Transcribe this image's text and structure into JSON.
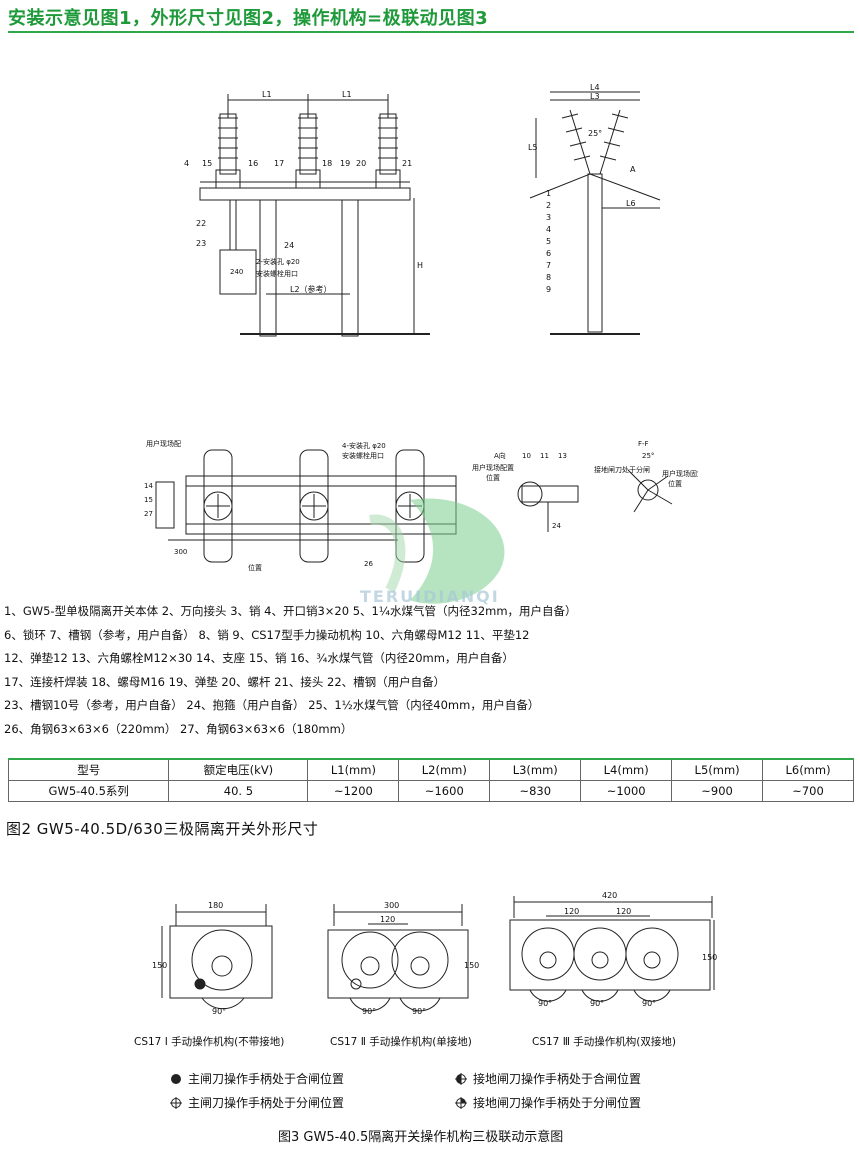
{
  "header": {
    "title": "安装示意见图1，外形尺寸见图2，操作机构=极联动见图3"
  },
  "figure1": {
    "front_labels": {
      "L1_left": "L1",
      "L1_right": "L1",
      "n4": "4",
      "n15": "15",
      "n16": "16",
      "n17": "17",
      "n18": "18",
      "n19": "19",
      "n20": "20",
      "n21": "21",
      "n22": "22",
      "n23": "23",
      "n24": "24",
      "hole_note": "2-安装孔 φ20",
      "mount_note": "安装螺栓用口",
      "dim_240": "240",
      "L2": "L2（参考）",
      "height": "H"
    },
    "side_labels": {
      "L4": "L4",
      "L3": "L3",
      "L5": "L5",
      "angle": "25°",
      "A": "A",
      "L6": "L6",
      "nums": [
        "1",
        "2",
        "3",
        "4",
        "5",
        "6",
        "7",
        "8",
        "9"
      ]
    }
  },
  "figure1b": {
    "top_note": "用户现场配",
    "hole_note": "4-安装孔 φ20",
    "bolt_note": "安装螺栓用口",
    "pos_note": "位置",
    "nums_left": [
      "14",
      "15",
      "27"
    ],
    "num_26": "26",
    "dim_300": "300",
    "detail_a_labels": [
      "A向",
      "10",
      "11",
      "13",
      "用户现场配置",
      "位置",
      "24"
    ],
    "detail_b_labels": [
      "F-F",
      "25°",
      "用户现场固定",
      "位置",
      "接地闸刀处于分闸"
    ]
  },
  "parts_list": [
    "1、GW5-型单极隔离开关本体 2、万向接头  3、销  4、开口销3×20  5、1¼水煤气管（内径32mm，用户自备）",
    "6、锁环    7、槽钢（参考，用户自备）  8、销    9、CS17型手力操动机构   10、六角螺母M12     11、平垫12",
    "12、弹垫12       13、六角螺栓M12×30        14、支座        15、销        16、¾水煤气管（内径20mm，用户自备）",
    "17、连接杆焊装          18、螺母M16          19、弹垫        20、螺杆        21、接头        22、槽钢（用户自备）",
    "23、槽钢10号（参考，用户自备）          24、抱箍（用户自备）        25、1½水煤气管（内径40mm，用户自备）",
    "26、角钢63×63×6（220mm）          27、角钢63×63×6（180mm）"
  ],
  "spec_table": {
    "headers": [
      "型号",
      "额定电压(kV)",
      "L1(mm)",
      "L2(mm)",
      "L3(mm)",
      "L4(mm)",
      "L5(mm)",
      "L6(mm)"
    ],
    "rows": [
      [
        "GW5-40.5系列",
        "40. 5",
        "~1200",
        "~1600",
        "~830",
        "~1000",
        "~900",
        "~700"
      ]
    ]
  },
  "figure2_title": "图2  GW5-40.5D/630三极隔离开关外形尺寸",
  "figure3": {
    "mech1": {
      "width": "180",
      "height": "150",
      "angle": "90°",
      "caption": "CS17 Ⅰ 手动操作机构(不带接地)"
    },
    "mech2": {
      "width": "300",
      "inner": "120",
      "height": "150",
      "angle1": "90°",
      "angle2": "90°",
      "caption": "CS17 Ⅱ 手动操作机构(单接地)"
    },
    "mech3": {
      "width": "420",
      "inner1": "120",
      "inner2": "120",
      "height": "150",
      "angle1": "90°",
      "angle2": "90°",
      "angle3": "90°",
      "caption": "CS17 Ⅲ 手动操作机构(双接地)"
    },
    "legend": [
      "主闸刀操作手柄处于合闸位置",
      "主闸刀操作手柄处于分闸位置",
      "接地闸刀操作手柄处于合闸位置",
      "接地闸刀操作手柄处于分闸位置"
    ],
    "title": "图3  GW5-40.5隔离开关操作机构三极联动示意图"
  },
  "watermark": {
    "text": "TERUIDIANQI"
  },
  "colors": {
    "accent": "#1f9a3a",
    "rule": "#2fa84a",
    "line": "#222222"
  }
}
